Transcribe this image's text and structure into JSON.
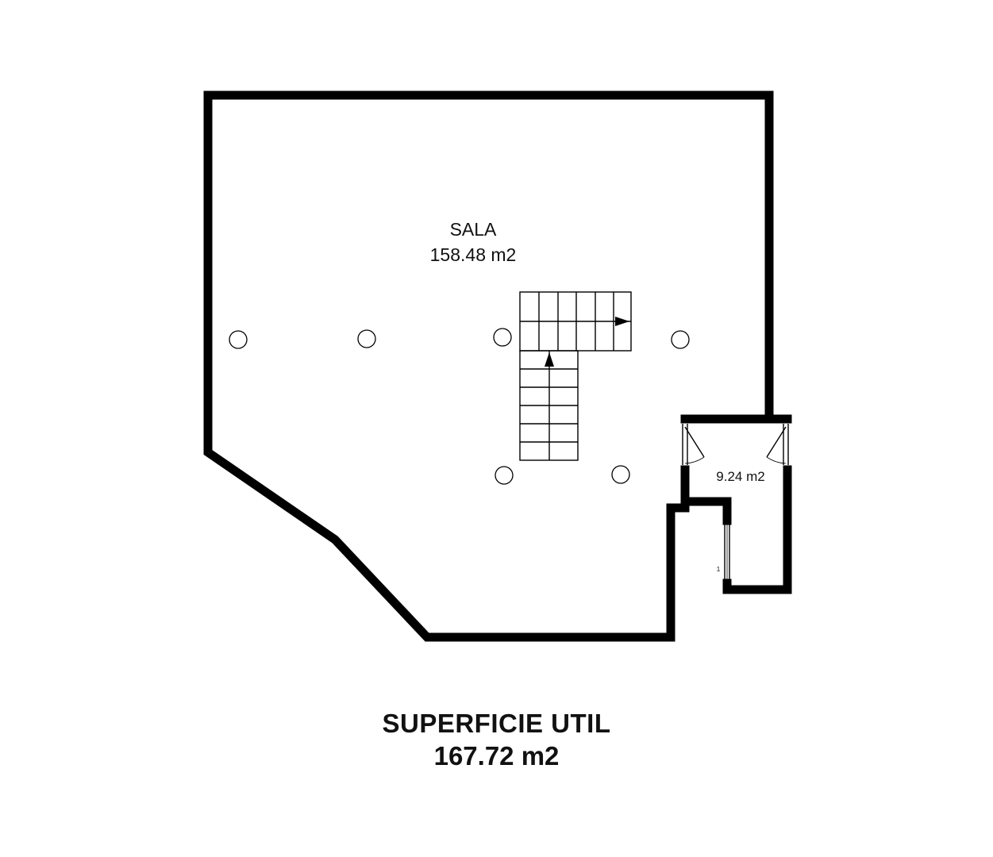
{
  "plan": {
    "rooms": [
      {
        "name": "SALA",
        "area": "158.48 m2"
      },
      {
        "name": "",
        "area": "9.24 m2"
      }
    ],
    "door_number": "1"
  },
  "summary": {
    "title": "SUPERFICIE UTIL",
    "area": "167.72 m2"
  }
}
